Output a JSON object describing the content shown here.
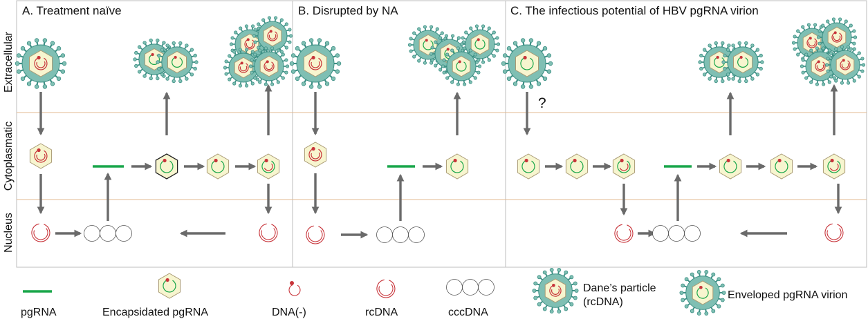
{
  "row_labels": {
    "extracellular": "Extracellular",
    "cytoplasmatic": "Cytoplasmatic",
    "nucleus": "Nucleus"
  },
  "panels": {
    "a": {
      "title": "A. Treatment naïve"
    },
    "b": {
      "title": "B. Disrupted by NA"
    },
    "c": {
      "title": "C. The infectious potential of HBV pgRNA virion",
      "question_mark": "?"
    }
  },
  "legend": {
    "pgrna": "pgRNA",
    "encapsidated": "Encapsidated pgRNA",
    "dna_minus": "DNA(-)",
    "rcdna": "rcDNA",
    "cccdna": "cccDNA",
    "dane_line1": "Dane’s particle",
    "dane_line2": "(rcDNA)",
    "enveloped": "Enveloped pgRNA virion"
  },
  "colors": {
    "envelope": "#7fbfb3",
    "envelope_stroke": "#3c8f84",
    "capsid": "#f7f5cf",
    "capsid_stroke": "#a99a74",
    "dna": "#c8343a",
    "pgrna": "#19a64a",
    "arrow": "#6a6a6a",
    "divider": "#e3b891",
    "border": "#bdbdbd"
  }
}
